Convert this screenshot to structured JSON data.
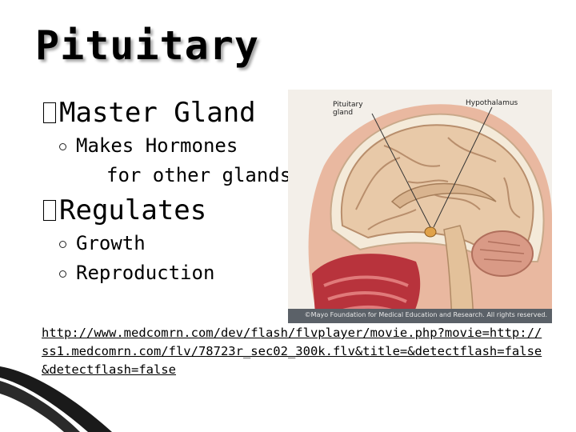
{
  "slide": {
    "title": "Pituitary",
    "bullets": [
      {
        "text": "Master Gland",
        "sub": [
          {
            "line1": "Makes Hormones",
            "line2": "for other glands"
          }
        ]
      },
      {
        "text": "Regulates",
        "sub": [
          {
            "line1": "Growth"
          },
          {
            "line1": "Reproduction"
          }
        ]
      }
    ],
    "link": "http://www.medcomrn.com/dev/flash/flvplayer/movie.php?movie=http://ss1.medcomrn.com/flv/78723r_sec02_300k.flv&title=&detectflash=false&detectflash=false"
  },
  "figure": {
    "label_pituitary_line1": "Pituitary",
    "label_pituitary_line2": "gland",
    "label_hypothalamus": "Hypothalamus",
    "credit": "©Mayo Foundation for Medical Education and Research. All rights reserved."
  },
  "colors": {
    "accent_dark": "#1a1a1a",
    "brain": "#e8c9a8",
    "cerebellum": "#d99a86",
    "tissue_red": "#b8333c"
  }
}
